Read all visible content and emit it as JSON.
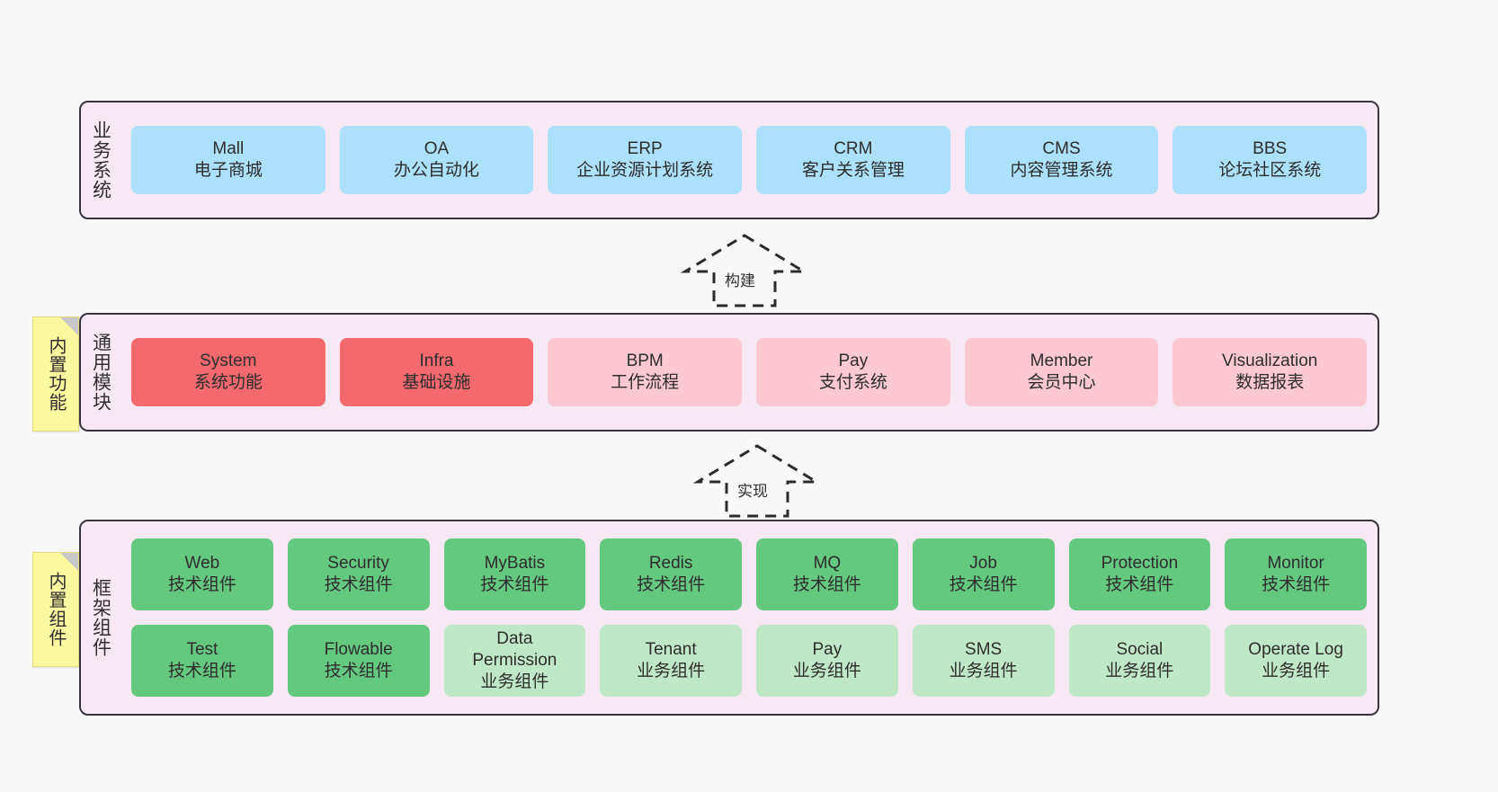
{
  "diagram": {
    "background": "#f8f8f8",
    "panel_bg": "#f7e9f4",
    "panel_border": "#3a3340",
    "colors": {
      "business": "#ade0fb",
      "module_active": "#f4696e",
      "module_plain": "#fcc8d2",
      "tech_component": "#65c87f",
      "biz_component": "#bfe8c9",
      "note": "#fbf8a0"
    }
  },
  "layers": [
    {
      "id": "business-system",
      "title": "业务系统",
      "note": null,
      "rows": [
        [
          {
            "name": "Mall",
            "sub": "电子商城",
            "color": "c-blue"
          },
          {
            "name": "OA",
            "sub": "办公自动化",
            "color": "c-blue"
          },
          {
            "name": "ERP",
            "sub": "企业资源计划系统",
            "color": "c-blue"
          },
          {
            "name": "CRM",
            "sub": "客户关系管理",
            "color": "c-blue"
          },
          {
            "name": "CMS",
            "sub": "内容管理系统",
            "color": "c-blue"
          },
          {
            "name": "BBS",
            "sub": "论坛社区系统",
            "color": "c-blue"
          }
        ]
      ]
    },
    {
      "id": "common-module",
      "title": "通用模块",
      "note": "内置功能",
      "rows": [
        [
          {
            "name": "System",
            "sub": "系统功能",
            "color": "c-red"
          },
          {
            "name": "Infra",
            "sub": "基础设施",
            "color": "c-red"
          },
          {
            "name": "BPM",
            "sub": "工作流程",
            "color": "c-pink"
          },
          {
            "name": "Pay",
            "sub": "支付系统",
            "color": "c-pink"
          },
          {
            "name": "Member",
            "sub": "会员中心",
            "color": "c-pink"
          },
          {
            "name": "Visualization",
            "sub": "数据报表",
            "color": "c-pink"
          }
        ]
      ]
    },
    {
      "id": "framework-component",
      "title": "框架组件",
      "note": "内置组件",
      "rows": [
        [
          {
            "name": "Web",
            "sub": "技术组件",
            "color": "c-green"
          },
          {
            "name": "Security",
            "sub": "技术组件",
            "color": "c-green"
          },
          {
            "name": "MyBatis",
            "sub": "技术组件",
            "color": "c-green"
          },
          {
            "name": "Redis",
            "sub": "技术组件",
            "color": "c-green"
          },
          {
            "name": "MQ",
            "sub": "技术组件",
            "color": "c-green"
          },
          {
            "name": "Job",
            "sub": "技术组件",
            "color": "c-green"
          },
          {
            "name": "Protection",
            "sub": "技术组件",
            "color": "c-green"
          },
          {
            "name": "Monitor",
            "sub": "技术组件",
            "color": "c-green"
          }
        ],
        [
          {
            "name": "Test",
            "sub": "技术组件",
            "color": "c-green"
          },
          {
            "name": "Flowable",
            "sub": "技术组件",
            "color": "c-green"
          },
          {
            "name": "Data Permission",
            "sub": "业务组件",
            "color": "c-lightgreen"
          },
          {
            "name": "Tenant",
            "sub": "业务组件",
            "color": "c-lightgreen"
          },
          {
            "name": "Pay",
            "sub": "业务组件",
            "color": "c-lightgreen"
          },
          {
            "name": "SMS",
            "sub": "业务组件",
            "color": "c-lightgreen"
          },
          {
            "name": "Social",
            "sub": "业务组件",
            "color": "c-lightgreen"
          },
          {
            "name": "Operate Log",
            "sub": "业务组件",
            "color": "c-lightgreen"
          }
        ]
      ]
    }
  ],
  "connectors": [
    {
      "id": "build",
      "label": "构建"
    },
    {
      "id": "implement",
      "label": "实现"
    }
  ]
}
